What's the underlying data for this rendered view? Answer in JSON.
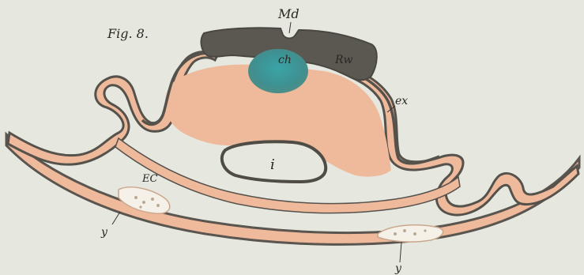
{
  "figure": {
    "number_label": "Fig. 8."
  },
  "labels": {
    "md": "Md",
    "ch": "ch",
    "rw": "Rw",
    "ex": "ex",
    "i": "i",
    "ec": "EC",
    "y_left": "y",
    "y_right": "y"
  },
  "colors": {
    "paper": "#e6e8e0",
    "ectoderm_outline": "#55524c",
    "medullary_plate": "#5b5852",
    "mesoderm": "#efb99c",
    "notochord": "#3f9c9e",
    "endoderm": "#4f4b45",
    "yolk_cells": "#f6f1e8"
  }
}
